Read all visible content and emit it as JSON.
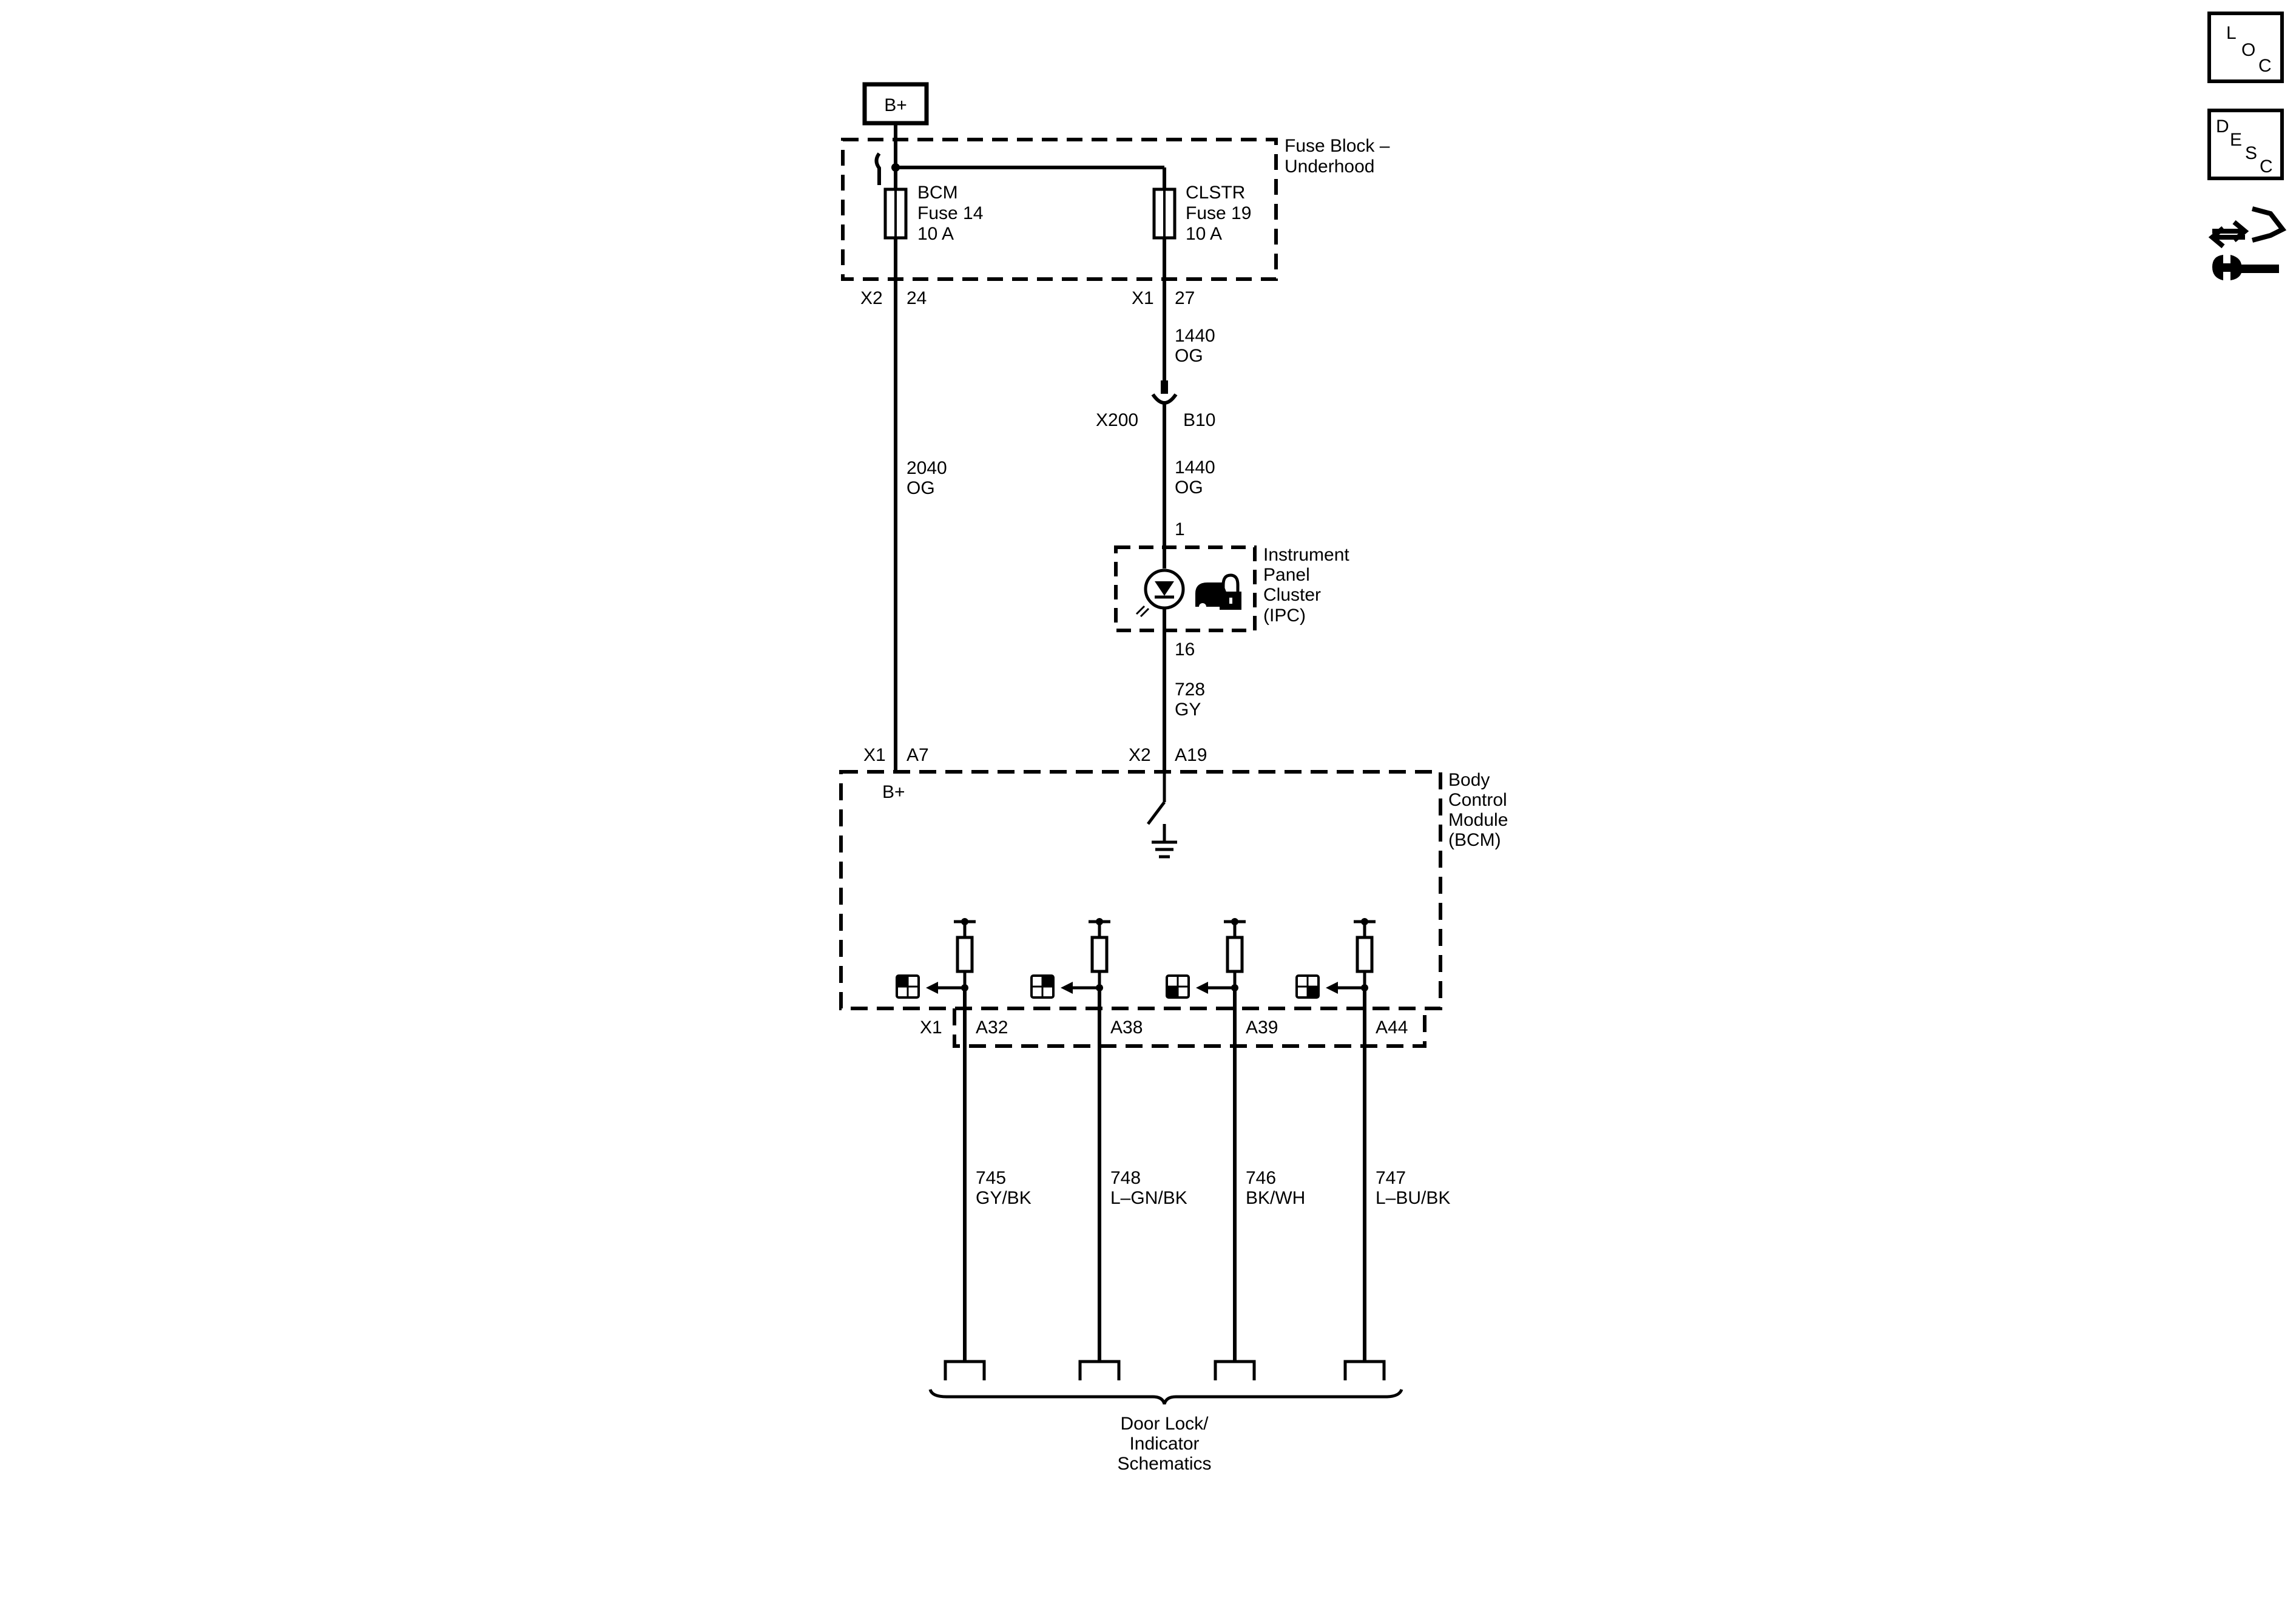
{
  "power_source": {
    "label": "B+"
  },
  "fuse_block": {
    "name_line1": "Fuse Block –",
    "name_line2": "Underhood"
  },
  "fuses": [
    {
      "name": "BCM",
      "fuse": "Fuse 14",
      "rating": "10 A",
      "connector": "X2",
      "pin": "24"
    },
    {
      "name": "CLSTR",
      "fuse": "Fuse 19",
      "rating": "10 A",
      "connector": "X1",
      "pin": "27"
    }
  ],
  "wires": {
    "bcm_feed": {
      "circuit": "2040",
      "color": "OG"
    },
    "clstr_feed_upper": {
      "circuit": "1440",
      "color": "OG"
    },
    "clstr_feed_lower": {
      "circuit": "1440",
      "color": "OG"
    },
    "ipc_to_bcm": {
      "circuit": "728",
      "color": "GY"
    }
  },
  "inline_connector": {
    "name": "X200",
    "pin": "B10"
  },
  "ipc": {
    "line1": "Instrument",
    "line2": "Panel",
    "line3": "Cluster",
    "line4": "(IPC)",
    "pin_in": "1",
    "pin_out": "16"
  },
  "bcm": {
    "line1": "Body",
    "line2": "Control",
    "line3": "Module",
    "line4": "(BCM)",
    "bplus_connector": "X1",
    "bplus_pin": "A7",
    "bplus_label": "B+",
    "switch_connector": "X2",
    "switch_pin": "A19",
    "output_connector": "X1"
  },
  "outputs": [
    {
      "pin": "A32",
      "circuit": "745",
      "color": "GY/BK"
    },
    {
      "pin": "A38",
      "circuit": "748",
      "color": "L–GN/BK"
    },
    {
      "pin": "A39",
      "circuit": "746",
      "color": "BK/WH"
    },
    {
      "pin": "A44",
      "circuit": "747",
      "color": "L–BU/BK"
    }
  ],
  "destination": {
    "line1": "Door Lock/",
    "line2": "Indicator",
    "line3": "Schematics"
  },
  "nav": {
    "loc": {
      "letters": [
        "L",
        "O",
        "C"
      ],
      "icon": "location-icon"
    },
    "desc": {
      "letters": [
        "D",
        "E",
        "S",
        "C"
      ],
      "icon": "description-icon"
    },
    "diag": {
      "icon": "diagnostic-connector-wrench-icon"
    }
  },
  "colors": {
    "ink": "#000000",
    "background": "#ffffff"
  }
}
